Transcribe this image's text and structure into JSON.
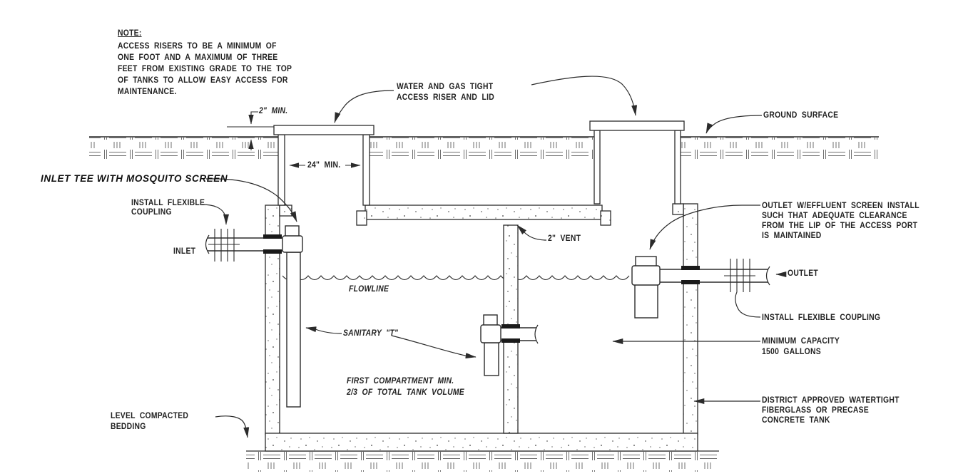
{
  "note": {
    "heading": "NOTE:",
    "body": "ACCESS RISERS TO BE A MINIMUM OF\nONE FOOT AND A MAXIMUM OF THREE\nFEET FROM EXISTING GRADE TO THE TOP\nOF TANKS TO ALLOW EASY ACCESS FOR\nMAINTENANCE."
  },
  "labels": {
    "water_gas_tight": "WATER AND GAS TIGHT\nACCESS RISER AND LID",
    "ground_surface": "GROUND SURFACE",
    "dim_riser_above_grade": "2\" MIN.",
    "dim_riser_width": "24\" MIN.",
    "inlet_tee_mosquito": "INLET TEE WITH MOSQUITO SCREEN",
    "install_flexible_coupling_left": "INSTALL FLEXIBLE\nCOUPLING",
    "inlet": "INLET",
    "vent": "2\" VENT",
    "outlet_effluent_screen": "OUTLET W/EFFLUENT SCREEN INSTALL\nSUCH THAT ADEQUATE CLEARANCE\nFROM THE LIP OF THE ACCESS PORT\nIS MAINTAINED",
    "outlet": "OUTLET",
    "install_flexible_coupling_right": "INSTALL FLEXIBLE COUPLING",
    "flowline": "FLOWLINE",
    "sanitary_t": "SANITARY \"T\"",
    "first_compartment": "FIRST COMPARTMENT MIN.\n2/3 OF TOTAL TANK VOLUME",
    "minimum_capacity": "MINIMUM CAPACITY\n1500 GALLONS",
    "district_tank": "DISTRICT APPROVED WATERTIGHT\nFIBERGLASS OR PRECASE\nCONCRETE TANK",
    "level_compacted_bedding": "LEVEL COMPACTED\nBEDDING"
  },
  "colors": {
    "line": "#2b2b2b",
    "background": "#ffffff"
  }
}
